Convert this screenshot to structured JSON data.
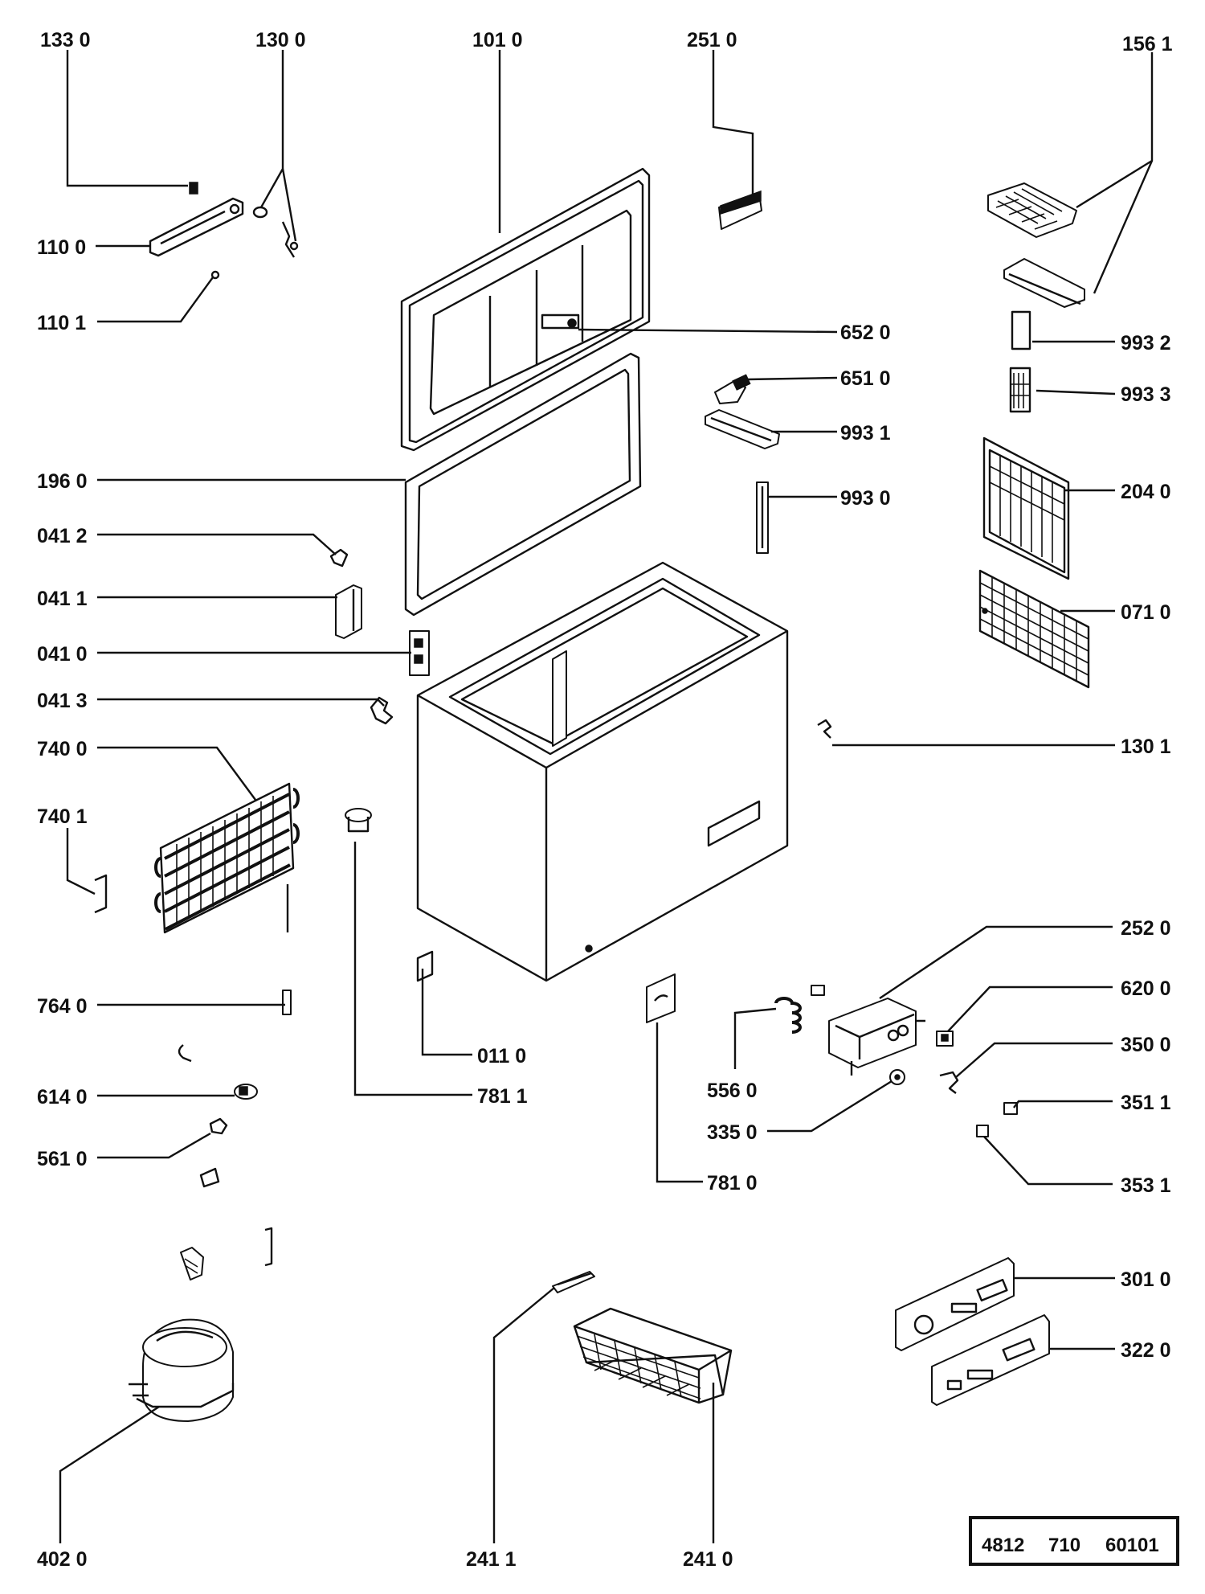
{
  "part_labels": [
    "133 0",
    "130 0",
    "101 0",
    "251 0",
    "156 1",
    "110 0",
    "110 1",
    "652 0",
    "651 0",
    "993 2",
    "993 3",
    "993 1",
    "196 0",
    "993 0",
    "204 0",
    "041 2",
    "041 1",
    "071 0",
    "041 0",
    "041 3",
    "130 1",
    "740 0",
    "740 1",
    "252 0",
    "764 0",
    "620 0",
    "011 0",
    "350 0",
    "614 0",
    "781 1",
    "556 0",
    "351 1",
    "561 0",
    "335 0",
    "781 0",
    "353 1",
    "301 0",
    "322 0",
    "402 0",
    "241 1",
    "241 0"
  ],
  "doc_number": [
    "4812",
    "710",
    "60101"
  ]
}
